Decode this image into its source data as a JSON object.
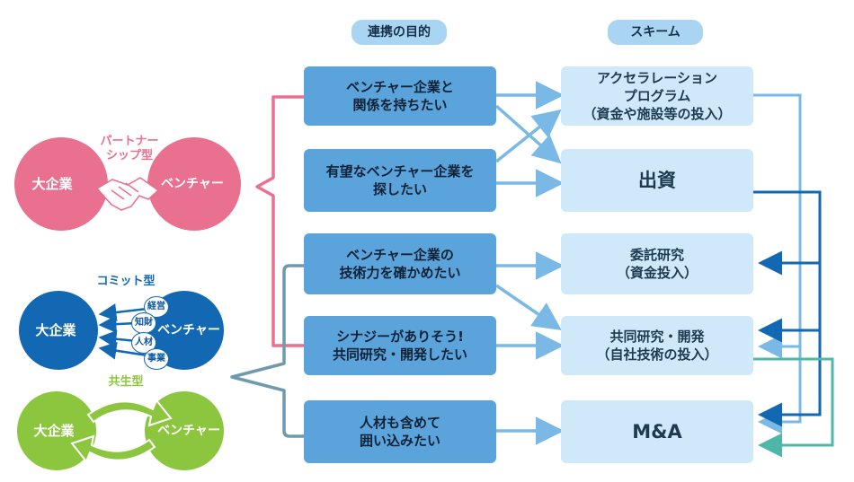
{
  "headers": {
    "purpose": "連携の目的",
    "scheme": "スキーム"
  },
  "purposes": [
    {
      "text": "ベンチャー企業と\n関係を持ちたい"
    },
    {
      "text": "有望なベンチャー企業を\n探したい"
    },
    {
      "text": "ベンチャー企業の\n技術力を確かめたい"
    },
    {
      "text": "シナジーがありそう!\n共同研究・開発したい"
    },
    {
      "text": "人材も含めて\n囲い込みたい"
    }
  ],
  "schemes": [
    {
      "text": "アクセラレーション\nプログラム\n（資金や施設等の投入）"
    },
    {
      "text": "出資"
    },
    {
      "text": "委託研究\n（資金投入）"
    },
    {
      "text": "共同研究・開発\n（自社技術の投入）"
    },
    {
      "text": "M&A"
    }
  ],
  "types": {
    "partnership": {
      "label": "パートナー\nシップ型",
      "left": "大企業",
      "right": "ベンチャー",
      "color": "#e9708f"
    },
    "commit": {
      "label": "コミット型",
      "left": "大企業",
      "right": "ベンチャー",
      "color": "#1268b3",
      "bubbles": [
        "経営",
        "知財",
        "人材",
        "事業"
      ]
    },
    "coexist": {
      "label": "共生型",
      "left": "大企業",
      "right": "ベンチャー",
      "color": "#8cc63f"
    }
  }
}
